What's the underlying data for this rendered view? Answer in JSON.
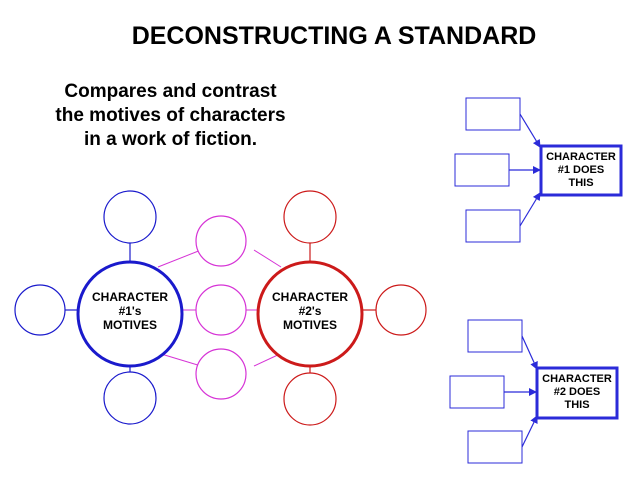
{
  "title": "DECONSTRUCTING A STANDARD",
  "standard_lines": [
    "Compares and contrast",
    "the motives of characters",
    "in a work of fiction."
  ],
  "character1_motives": [
    "CHARACTER",
    "#1's",
    "MOTIVES"
  ],
  "character2_motives": [
    "CHARACTER",
    "#2's",
    "MOTIVES"
  ],
  "character1_does": [
    "CHARACTER",
    "#1 DOES",
    "THIS"
  ],
  "character2_does": [
    "CHARACTER",
    "#2 DOES",
    "THIS"
  ],
  "colors": {
    "character1": "#1a1acc",
    "character2": "#cc1a1a",
    "shared": "#d633d6",
    "box": "#2b2bd9"
  }
}
